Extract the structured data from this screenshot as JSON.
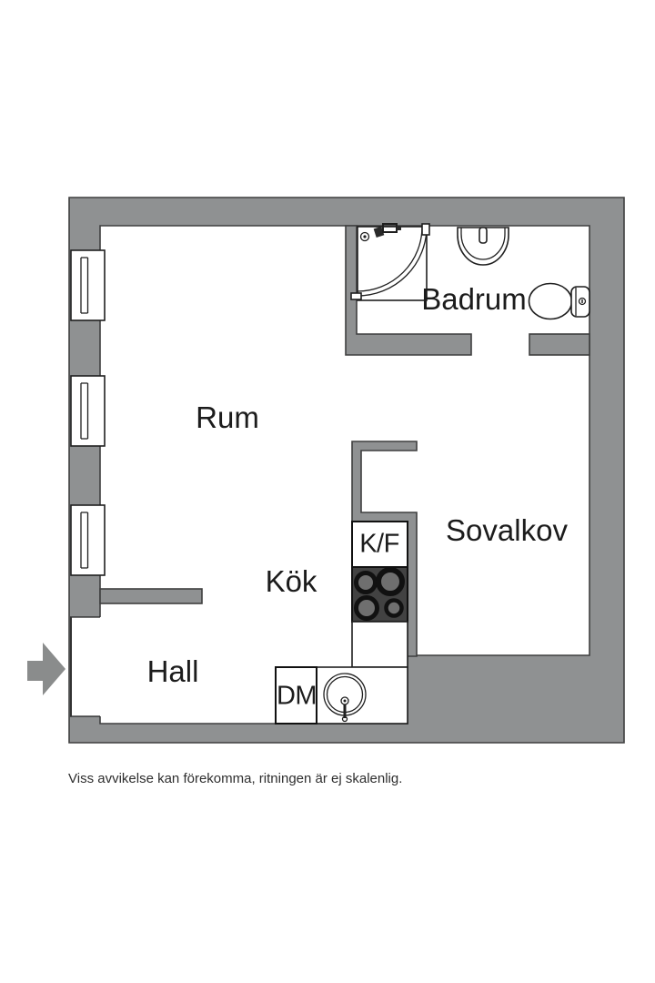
{
  "rooms": [
    {
      "id": "rum",
      "label": "Rum"
    },
    {
      "id": "kok",
      "label": "Kök"
    },
    {
      "id": "hall",
      "label": "Hall"
    },
    {
      "id": "badrum",
      "label": "Badrum"
    },
    {
      "id": "sovalkov",
      "label": "Sovalkov"
    }
  ],
  "appliances": [
    {
      "id": "kf",
      "label": "K/F",
      "meaning": "fridge-freezer"
    },
    {
      "id": "dm",
      "label": "DM",
      "meaning": "dishwasher"
    }
  ],
  "footer": {
    "disclaimer": "Viss avvikelse kan förekomma, ritningen är ej skalenlig."
  },
  "icons": [
    "entrance-arrow-icon",
    "window-icon",
    "shower-icon",
    "washbasin-icon",
    "toilet-icon",
    "stove-icon",
    "kitchen-sink-icon"
  ],
  "colors": {
    "wall": "#8f9192",
    "outline": "#3f3f3f",
    "stove": "#424242",
    "burner": "#6f6f6f",
    "text": "#1c1c1c",
    "background": "#ffffff"
  }
}
